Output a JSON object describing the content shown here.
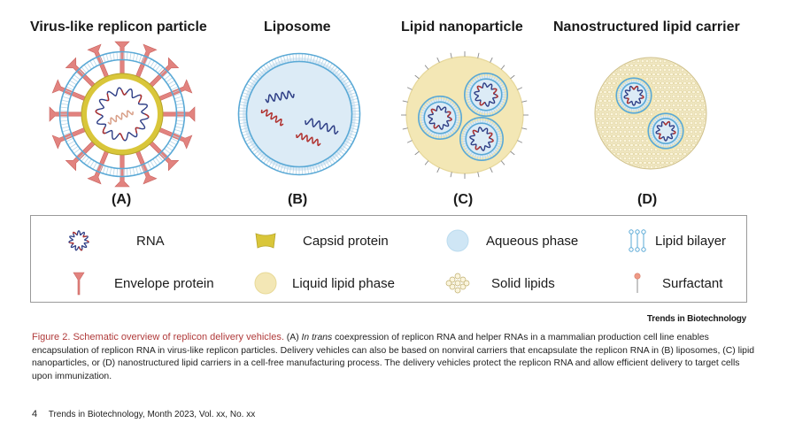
{
  "panels": [
    {
      "title": "Virus-like replicon particle",
      "letter": "(A)"
    },
    {
      "title": "Liposome",
      "letter": "(B)"
    },
    {
      "title": "Lipid nanoparticle",
      "letter": "(C)"
    },
    {
      "title": "Nanostructured lipid carrier",
      "letter": "(D)"
    }
  ],
  "legend": {
    "rna": "RNA",
    "capsid": "Capsid protein",
    "aqueous": "Aqueous phase",
    "bilayer": "Lipid bilayer",
    "envelope": "Envelope protein",
    "liquid_lipid": "Liquid lipid phase",
    "solid_lipids": "Solid lipids",
    "surfactant": "Surfactant"
  },
  "brand": "Trends in Biotechnology",
  "caption": {
    "title": "Figure 2. Schematic overview of replicon delivery vehicles.",
    "body_a": "(A) ",
    "in_trans": "In trans",
    "body": " coexpression of replicon RNA and helper RNAs in a mammalian production cell line enables encapsulation of replicon RNA in virus-like replicon particles. Delivery vehicles can also be based on nonviral carriers that encapsulate the replicon RNA in (B) liposomes, (C) lipid nanoparticles, or (D) nanostructured lipid carriers in a cell-free manufacturing process. The delivery vehicles protect the replicon RNA and allow efficient delivery to target cells upon immunization."
  },
  "footer": {
    "page": "4",
    "journal": "Trends in Biotechnology, Month 2023, Vol. xx, No. xx"
  },
  "colors": {
    "bilayer": "#5aa9d6",
    "aqueous": "#dcebf6",
    "liquid_lipid": "#f3e7b5",
    "capsid": "#d9c63a",
    "envelope": "#e2837f",
    "rna_blue": "#2f3f86",
    "rna_red": "#b0302d",
    "rna_tan": "#d9a089",
    "caption_title": "#b03a3a"
  }
}
